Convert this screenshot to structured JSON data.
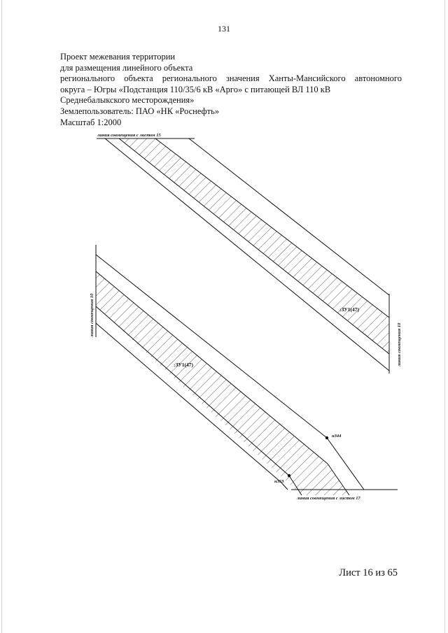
{
  "document": {
    "page_number": "131",
    "title_lines": [
      "Проект межевания территории",
      "для размещения линейного объекта",
      "регионального объекта регионального значения Ханты-Мансийского автономного",
      "округа – Югры «Подстанция 110/35/6 кВ «Арго» с питающей ВЛ 110 кВ",
      "Среднебалыкского месторождения»",
      "Землепользователь: ПАО «НК «Роснефть»",
      "Масштаб 1:2000"
    ],
    "sheet_label": "Лист 16 из 65"
  },
  "drawing": {
    "match_line_top": "линия совмещения с листом 15",
    "match_line_left": "линия совмещения 10",
    "match_line_right": "линия совмещения 10",
    "match_line_bottom": "линия совмещения с листом 17",
    "parcel_label_upper": ":ЗУ1(47)",
    "parcel_label_lower": ":ЗУ1(47)",
    "point_344": "н344",
    "point_353": "н353"
  }
}
